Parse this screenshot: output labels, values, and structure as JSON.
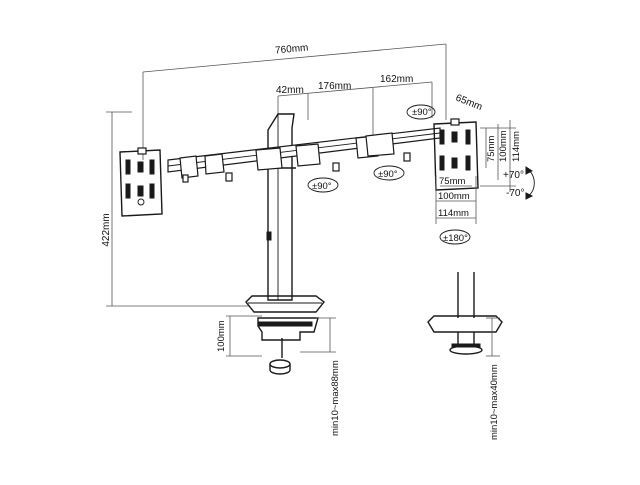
{
  "dimensions": {
    "overall_width": "760mm",
    "offset_pole": "42mm",
    "arm_inner": "176mm",
    "arm_outer": "162mm",
    "plate_offset": "65mm",
    "height": "422mm",
    "vesa_small": "75mm",
    "vesa_medium": "100mm",
    "vesa_large": "114mm",
    "clamp_height": "100mm",
    "clamp_range": "min10~max88mm",
    "grommet_range": "min10~max40mm"
  },
  "rotations": {
    "tilt_plus": "+70°",
    "tilt_minus": "-70°",
    "swivel_plate": "±90°",
    "swivel_arm_left": "±90°",
    "swivel_arm_right": "±90°",
    "rotate": "±180°"
  },
  "colors": {
    "line": "#1a1a1a",
    "dimension": "#555555",
    "background": "#ffffff"
  }
}
